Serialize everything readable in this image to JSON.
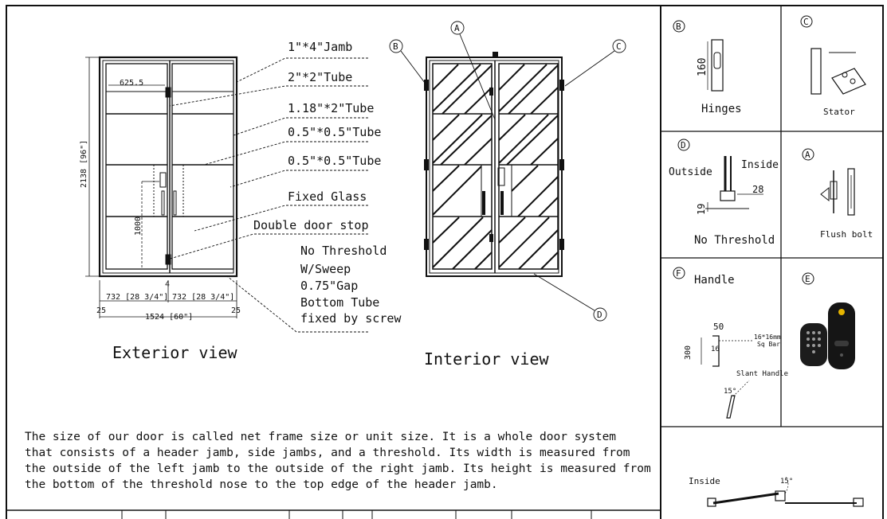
{
  "exterior": {
    "title": "Exterior view",
    "callouts": [
      "1\"*4\"Jamb",
      "2\"*2\"Tube",
      "1.18\"*2\"Tube",
      "0.5\"*0.5\"Tube",
      "0.5\"*0.5\"Tube",
      "Fixed Glass",
      "Double door stop",
      "No Threshold",
      "W/Sweep",
      "0.75\"Gap",
      "Bottom Tube",
      "fixed by screw"
    ],
    "dimensions": {
      "pane_width": "625.5",
      "height": "2138 [96\"]",
      "lock_height": "1000",
      "leaf_left": "732 [28 3/4\"]",
      "leaf_right": "732 [28 3/4\"]",
      "total_width": "1524 [60\"]",
      "offset_left": "25",
      "offset_right": "25",
      "center_mark": "4"
    }
  },
  "interior": {
    "title": "Interior view",
    "markers": [
      "A",
      "B",
      "C",
      "D"
    ]
  },
  "parts": {
    "hinges": {
      "marker": "B",
      "label": "Hinges",
      "dim": "160"
    },
    "stator": {
      "marker": "C",
      "label": "Stator"
    },
    "threshold": {
      "marker": "D",
      "outside": "Outside",
      "inside": "Inside",
      "dim_a": "28",
      "dim_b": "19",
      "label": "No Threshold"
    },
    "flush_bolt": {
      "marker": "A",
      "label": "Flush bolt"
    },
    "handle": {
      "marker": "F",
      "label": "Handle",
      "dim_w": "50",
      "dim_h": "300",
      "dim_gap": "16",
      "bar_note": "16*16mm",
      "bar_note2": "Sq Bar",
      "slant": "Slant Handle",
      "angle": "15°"
    },
    "lock": {
      "marker": "E"
    },
    "plan": {
      "inside": "Inside",
      "angle": "15°"
    }
  },
  "description": [
    "The size of our door is called net frame size or unit size. It is a whole door system",
    "that consists of a header jamb, side jambs, and a threshold. Its width is measured from",
    "the outside of the left jamb to the outside of the right jamb. Its height is measured from",
    "the bottom of the threshold nose to the top edge of the header jamb."
  ]
}
